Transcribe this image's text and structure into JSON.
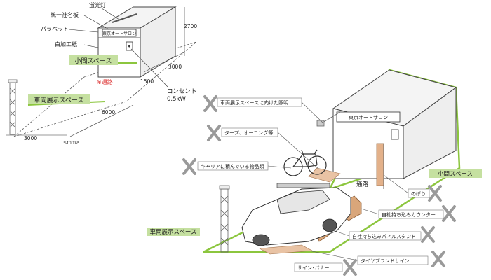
{
  "left": {
    "fluorescent_light": "蛍光灯",
    "unified_nameplate": "統一社名板",
    "parapet": "パラペット",
    "white_panel": "白加工紙",
    "small_space": "小間スペース",
    "aisle": "※通路",
    "outlet_line1": "コンセント",
    "outlet_line2": "0.5kW",
    "vehicle_space": "車両展示スペース",
    "sign_text": "東京オートサロン",
    "dim_height": "2700",
    "dim_depth": "3000",
    "dim_aisle": "1500",
    "dim_length": "6000",
    "dim_width": "3000",
    "unit": "<mm>"
  },
  "right": {
    "sign_text": "東京オートサロン",
    "small_space": "小間スペース",
    "vehicle_space": "車両展示スペース",
    "aisle": "通路",
    "lighting": "車両展示スペースに向けた照明",
    "tarp": "タープ、オーニング等",
    "carrier": "キャリアに積んでいる物品類",
    "nobori": "のぼり",
    "counter": "自社持ち込みカウンター",
    "panel_stand": "自社持ち込みパネルスタンド",
    "tire_sign": "タイヤブランドサイン",
    "sign_banner": "サイン･バナー"
  },
  "colors": {
    "accent_green": "#8cc63e",
    "label_green": "#c5e0a0",
    "cross_gray": "#9a9a9a",
    "stand_brown": "#d9a67a"
  }
}
